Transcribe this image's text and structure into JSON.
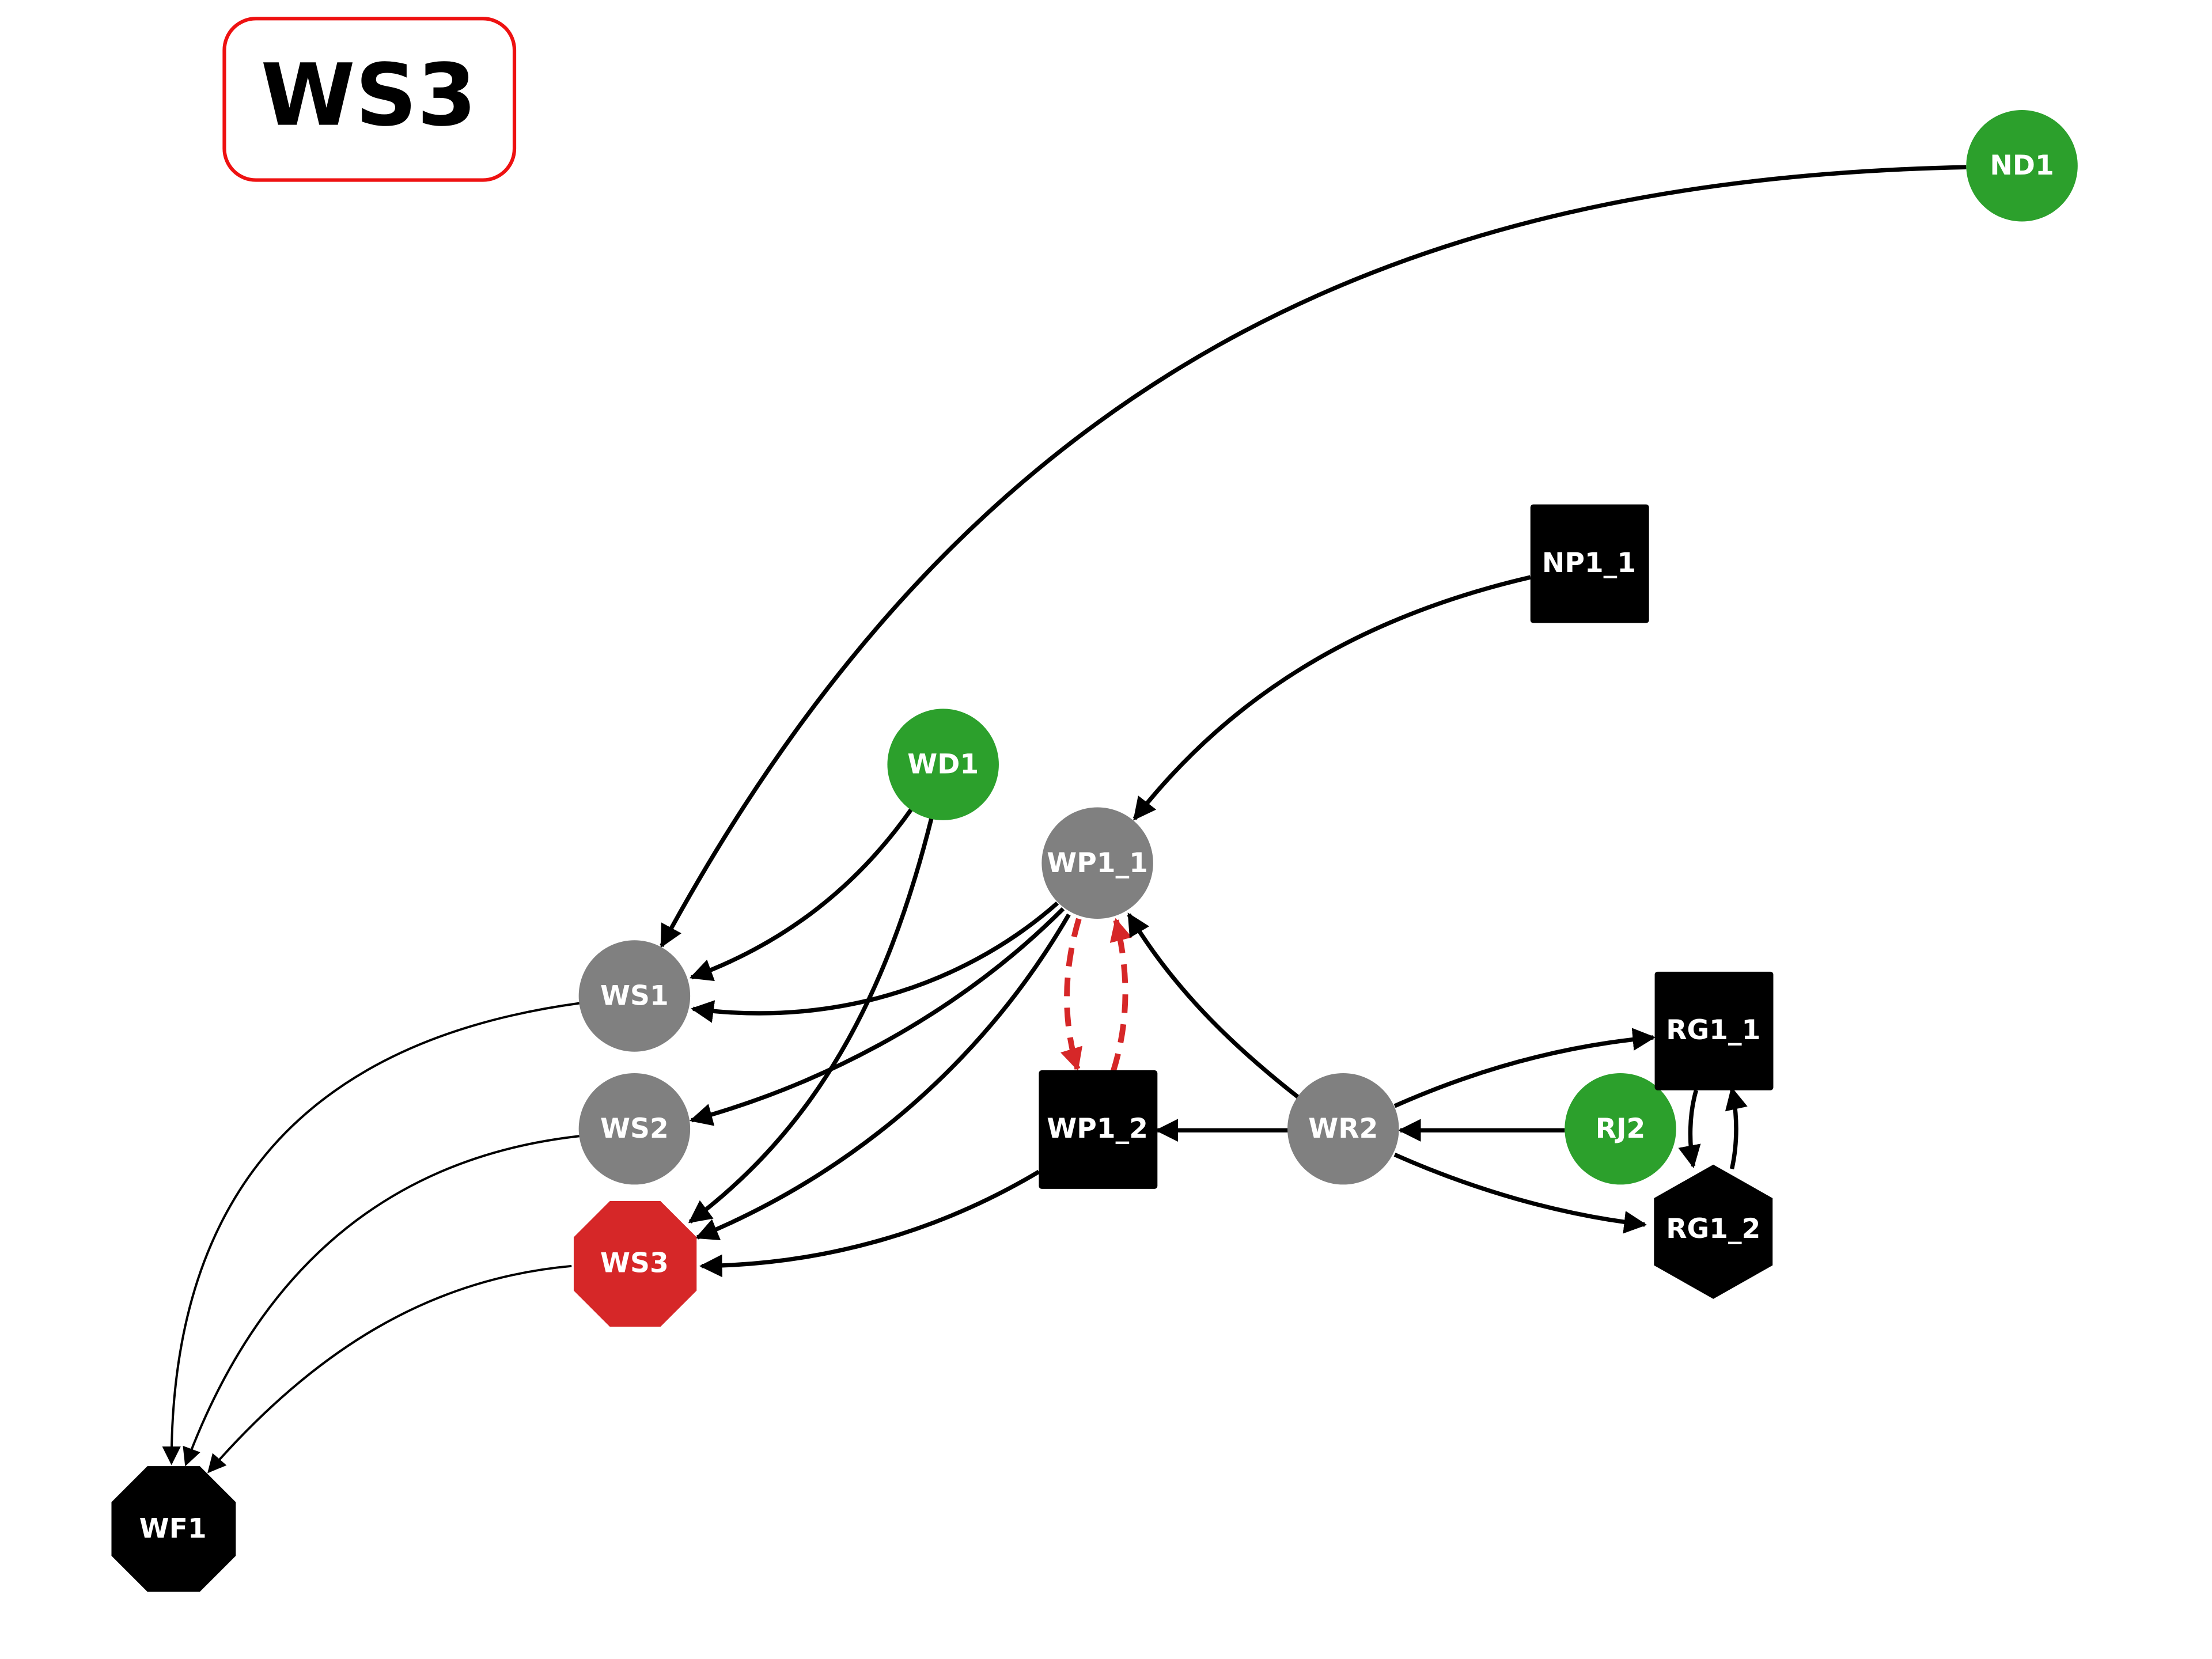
{
  "title": "WS3",
  "colors": {
    "green": "#2ca02c",
    "gray": "#808080",
    "red": "#d62728",
    "black": "#000000",
    "title_border": "#ff0000"
  },
  "nodes": [
    {
      "id": "ND1",
      "label": "ND1",
      "shape": "circle",
      "color": "green"
    },
    {
      "id": "NP1_1",
      "label": "NP1_1",
      "shape": "square",
      "color": "black"
    },
    {
      "id": "WD1",
      "label": "WD1",
      "shape": "circle",
      "color": "green"
    },
    {
      "id": "WP1_1",
      "label": "WP1_1",
      "shape": "circle",
      "color": "gray"
    },
    {
      "id": "WS1",
      "label": "WS1",
      "shape": "circle",
      "color": "gray"
    },
    {
      "id": "WS2",
      "label": "WS2",
      "shape": "circle",
      "color": "gray"
    },
    {
      "id": "WS3",
      "label": "WS3",
      "shape": "octagon",
      "color": "red"
    },
    {
      "id": "WP1_2",
      "label": "WP1_2",
      "shape": "square",
      "color": "black"
    },
    {
      "id": "WR2",
      "label": "WR2",
      "shape": "circle",
      "color": "gray"
    },
    {
      "id": "RJ2",
      "label": "RJ2",
      "shape": "circle",
      "color": "green"
    },
    {
      "id": "RG1_1",
      "label": "RG1_1",
      "shape": "square",
      "color": "black"
    },
    {
      "id": "RG1_2",
      "label": "RG1_2",
      "shape": "hexagon",
      "color": "black"
    },
    {
      "id": "WF1",
      "label": "WF1",
      "shape": "octagon",
      "color": "black"
    }
  ],
  "edges": [
    {
      "from": "ND1",
      "to": "WS1",
      "style": "solid"
    },
    {
      "from": "NP1_1",
      "to": "WP1_1",
      "style": "solid"
    },
    {
      "from": "WD1",
      "to": "WS1",
      "style": "solid"
    },
    {
      "from": "WD1",
      "to": "WS3",
      "style": "solid"
    },
    {
      "from": "WP1_1",
      "to": "WS1",
      "style": "solid"
    },
    {
      "from": "WP1_1",
      "to": "WS2",
      "style": "solid"
    },
    {
      "from": "WP1_1",
      "to": "WS3",
      "style": "solid"
    },
    {
      "from": "WP1_1",
      "to": "WP1_2",
      "style": "dashed-red"
    },
    {
      "from": "WP1_2",
      "to": "WP1_1",
      "style": "dashed-red"
    },
    {
      "from": "WP1_2",
      "to": "WS3",
      "style": "solid"
    },
    {
      "from": "WR2",
      "to": "WP1_1",
      "style": "solid"
    },
    {
      "from": "WR2",
      "to": "WP1_2",
      "style": "solid"
    },
    {
      "from": "WR2",
      "to": "RG1_1",
      "style": "solid"
    },
    {
      "from": "WR2",
      "to": "RG1_2",
      "style": "solid"
    },
    {
      "from": "RJ2",
      "to": "WR2",
      "style": "solid"
    },
    {
      "from": "RG1_1",
      "to": "RG1_2",
      "style": "solid"
    },
    {
      "from": "RG1_2",
      "to": "RG1_1",
      "style": "solid"
    },
    {
      "from": "WS1",
      "to": "WF1",
      "style": "thin"
    },
    {
      "from": "WS2",
      "to": "WF1",
      "style": "thin"
    },
    {
      "from": "WS3",
      "to": "WF1",
      "style": "thin"
    }
  ]
}
